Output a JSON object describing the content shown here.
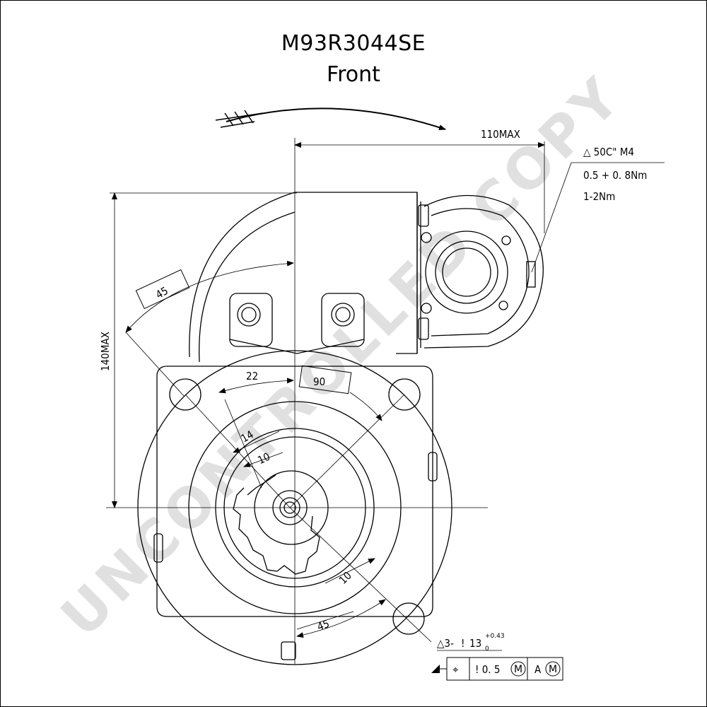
{
  "title": "M93R3044SE",
  "subtitle": "Front",
  "watermark": "UNCONTROLLED COPY",
  "dimensions": {
    "width_max": "110MAX",
    "height_max": "140MAX",
    "angle_45_top": "45",
    "angle_22": "22",
    "angle_90": "90",
    "dim_14": "14",
    "dim_10_upper": "10",
    "dim_10_lower": "10",
    "angle_45_bottom": "45"
  },
  "terminal_note": {
    "line1": "△ 50C\" M4",
    "line2": "0.5 + 0. 8Nm",
    "line3": "1-2Nm"
  },
  "holes_note": {
    "prefix": "△3-",
    "symbol": "!",
    "value": "13",
    "sub": "0",
    "sup": "+0.43"
  },
  "tolerance_frame": {
    "position_symbol": "⌖",
    "tolerance": "! 0. 5",
    "modifier": "M",
    "datum": "A",
    "datum_modifier": "M"
  },
  "colors": {
    "line": "#000000",
    "watermark": "#c8c8c8"
  }
}
